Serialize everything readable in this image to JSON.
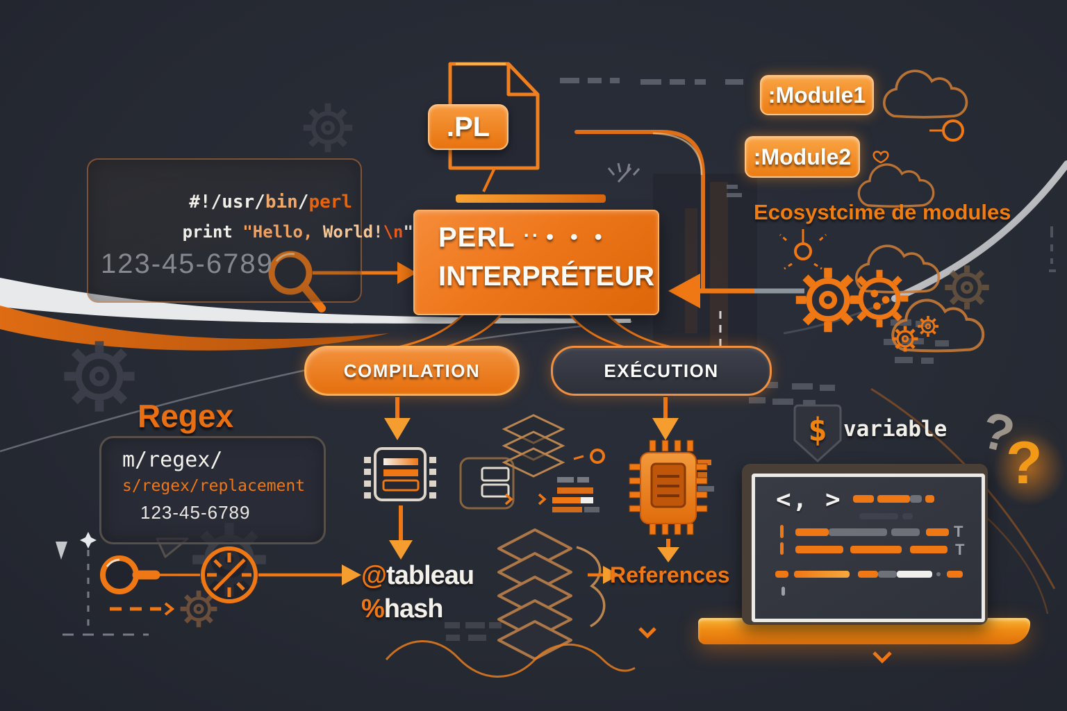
{
  "colors": {
    "background": "#262a33",
    "orange": "#ef7714",
    "orange_light": "#f59e2f",
    "orange_deep": "#d9650e",
    "peach": "#f0a060",
    "cream": "#f6c794",
    "white": "#f2efe9",
    "gray_text": "#85888f",
    "panel_dark": "#33363e",
    "silver": "#eceae6"
  },
  "code_box": {
    "shebang": {
      "s1": "#!",
      "s2": "/usr/",
      "s3": "bin",
      "s4": "/",
      "s5": "perl"
    },
    "print_line": {
      "s1": "print",
      "s2": " \"Hello,",
      "s3": " World!",
      "s4": "\\n",
      "s5": "\";"
    },
    "number": "123-45-6789"
  },
  "file_icon": {
    "badge": ".PL"
  },
  "interpreter": {
    "line1": "PERL",
    "dots_small": "··",
    "dots_large": "• • •",
    "line2": "INTERPRÉTEUR"
  },
  "modules": {
    "badge1": ":Module1",
    "badge2": ":Module2",
    "caption": "Ecosystcime de modules"
  },
  "stages": {
    "compilation": "COMPILATION",
    "execution": "EXÉCUTION"
  },
  "regex": {
    "heading": "Regex",
    "line1": "m/regex/",
    "line2": "s/regex/replacement",
    "line3": "123-45-6789"
  },
  "variables": {
    "array_sigil": "@",
    "array_name": "tableau",
    "hash_sigil": "%",
    "hash_name": "hash",
    "scalar_sigil": "$",
    "scalar_name": "variable"
  },
  "references_label": "References",
  "laptop": {
    "glyphs": "<, >",
    "t_glyph": "T"
  }
}
